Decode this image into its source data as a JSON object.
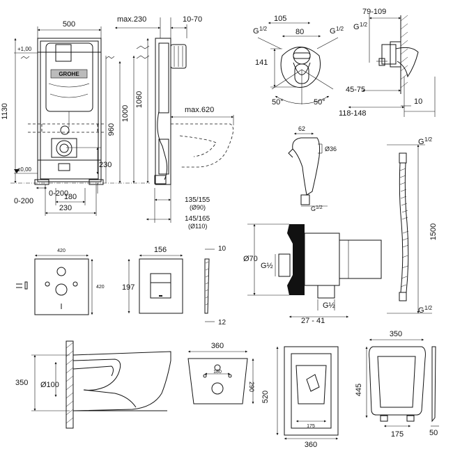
{
  "installation_frame": {
    "width_top": "500",
    "height_total": "1130",
    "plus_100": "+1,00",
    "plus_000": "±0,00",
    "range_0_200": "0-200",
    "width_180": "180",
    "width_230": "230",
    "height_230": "230",
    "brand": "GROHE"
  },
  "side_section": {
    "max_230": "max.230",
    "range_10_70": "10-70",
    "h1060": "1060",
    "h1000": "1000",
    "h960": "960",
    "max_620": "max.620",
    "pipe_135": "135/155",
    "pipe_d90": "(Ø90)",
    "pipe_145": "145/165",
    "pipe_d110": "(Ø110)"
  },
  "mixer_front": {
    "w105": "105",
    "w80": "80",
    "g_left": "G",
    "g_left_frac": "1/2",
    "g_right": "G",
    "g_right_frac": "1/2",
    "h141": "141",
    "angle_left": "50°",
    "angle_right": "50°"
  },
  "mixer_side": {
    "range_79_109": "79-109",
    "g_label": "G",
    "g_frac": "1/2",
    "range_45_75": "45-75",
    "range_118_148": "118-148",
    "d10": "10"
  },
  "hand_shower": {
    "w62": "62",
    "d36": "Ø36",
    "g_label": "G",
    "g_frac": "1/2"
  },
  "hose": {
    "g_top": "G",
    "g_top_frac": "1/2",
    "length": "1500",
    "g_bottom": "G",
    "g_bottom_frac": "1/2"
  },
  "wall_outlet": {
    "d70": "Ø70",
    "g_left": "G½",
    "g_bottom": "G½",
    "range_27_41": "27 - 41"
  },
  "acoustic_mat": {
    "w420": "420",
    "h420": "420"
  },
  "flush_plate": {
    "w156": "156",
    "h197": "197",
    "t10": "10",
    "t12": "12"
  },
  "bowl_side": {
    "h350": "350",
    "d100": "Ø100"
  },
  "bowl_top": {
    "w360": "360",
    "w180": "180",
    "h290": "290"
  },
  "bowl_plan": {
    "h520": "520",
    "w175": "175",
    "w360": "360"
  },
  "seat": {
    "w350": "350",
    "h445": "445",
    "w175": "175",
    "d50": "50"
  }
}
